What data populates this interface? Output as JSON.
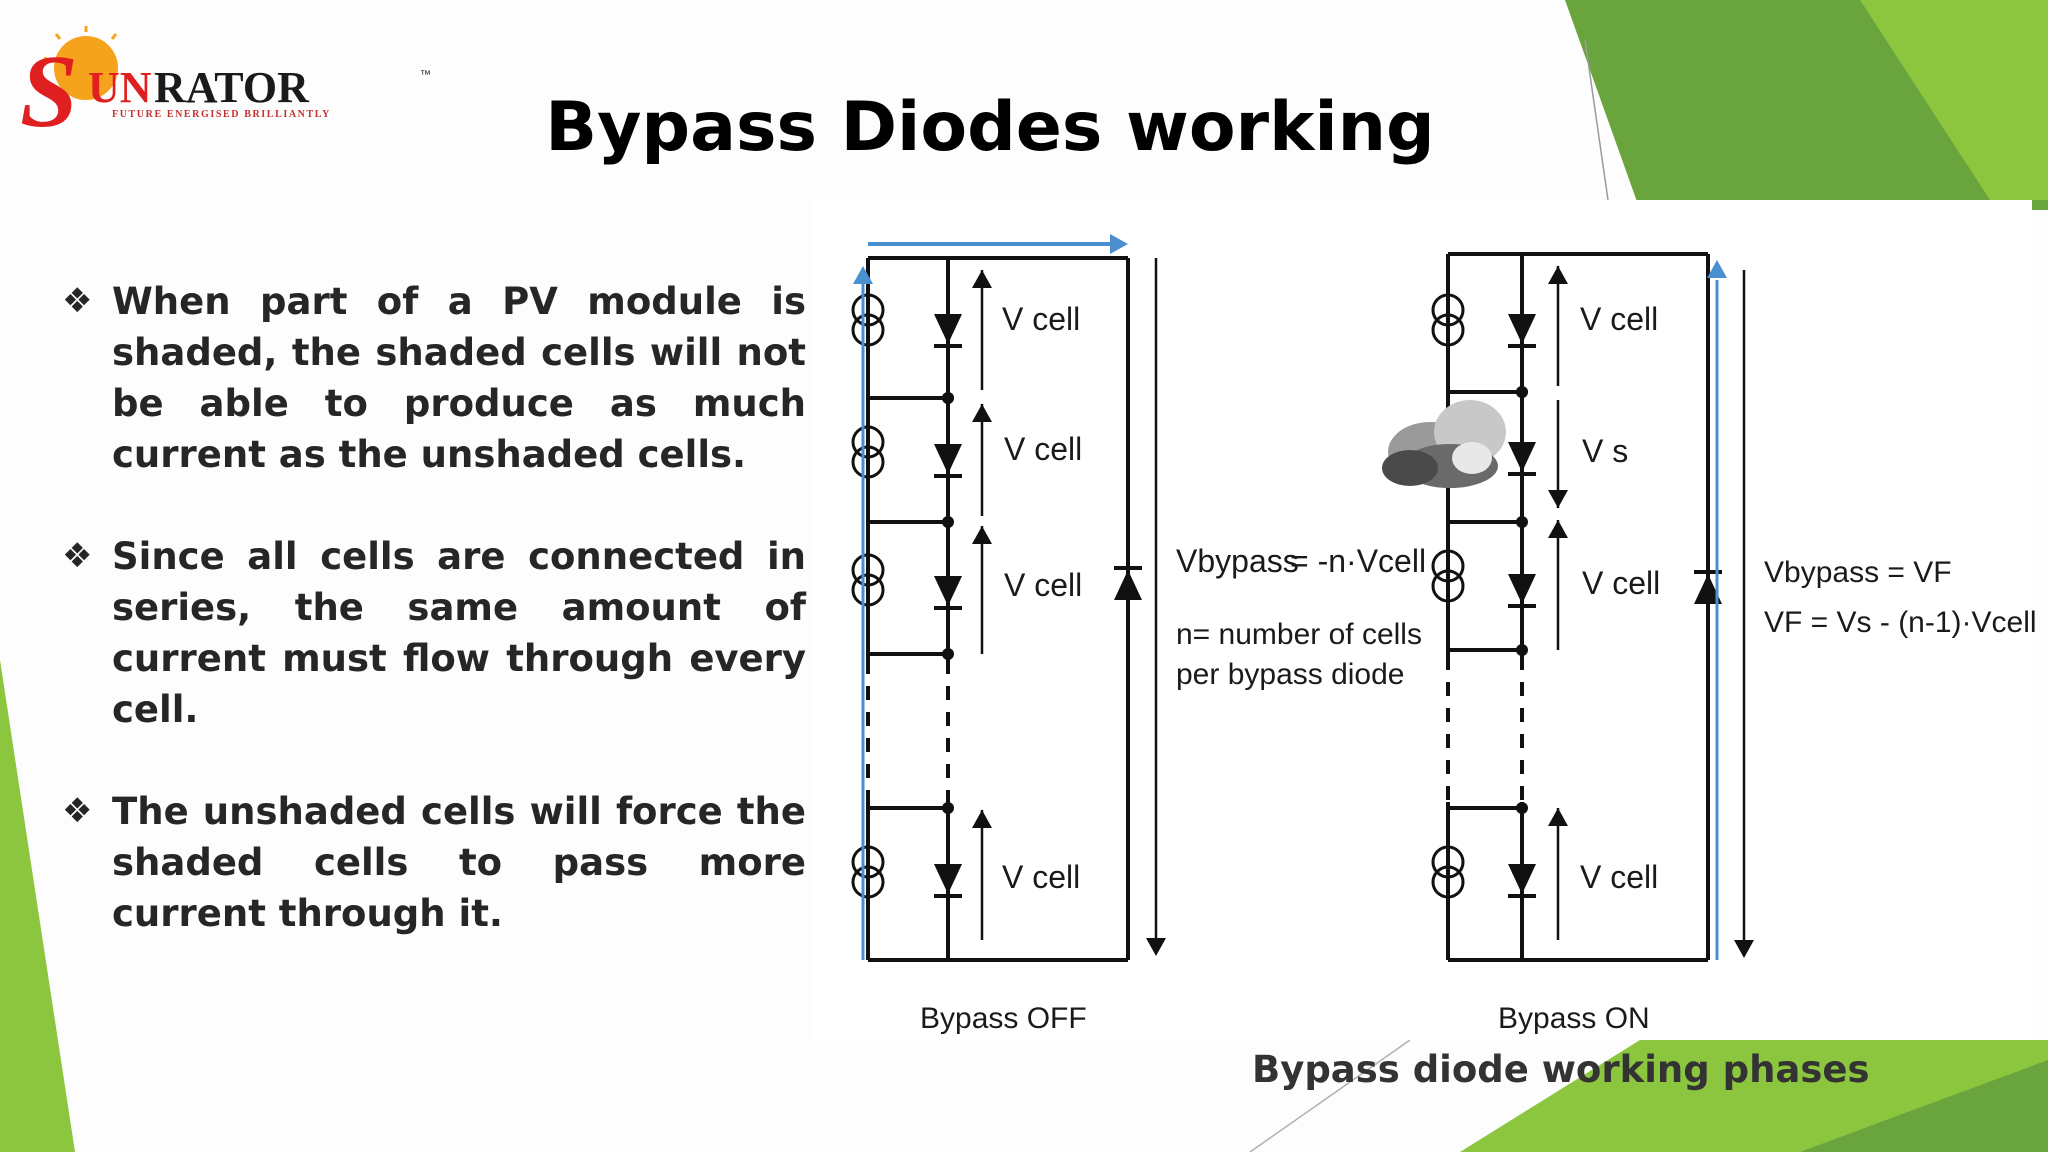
{
  "logo": {
    "brand_letters_accent": "S",
    "brand_letters_red": "UN",
    "brand_letters_dark": "RATOR",
    "trademark": "™",
    "tagline": "FUTURE ENERGISED BRILLIANTLY",
    "colors": {
      "sun": "#f5a21c",
      "red": "#e02020",
      "dark": "#1a1a1a"
    }
  },
  "slide": {
    "title": "Bypass Diodes working",
    "bullet_icon": "diamond-bullet-icon",
    "bullets": [
      "When part of a PV module is shaded, the shaded cells will not be able to produce as much current as the unshaded cells.",
      "Since all cells are connected in series, the same amount of current must flow through every cell.",
      "The unshaded cells will force the shaded cells to pass more current through it."
    ],
    "caption": "Bypass diode working phases"
  },
  "diagram": {
    "vcell": "V cell",
    "vs": "V s",
    "off": {
      "label": "Bypass OFF",
      "eq_lhs": "Vbypass",
      "eq_rhs": "= -n·Vcell",
      "note_1": "n= number of cells",
      "note_2": "per  bypass diode"
    },
    "on": {
      "label": "Bypass ON",
      "eq1": "Vbypass = VF",
      "eq2": "VF  =  Vs - (n-1)·Vcell",
      "cloud_icon": "cloud-icon"
    },
    "colors": {
      "wire": "#111111",
      "current_arrow": "#4a8fd0"
    }
  },
  "theme": {
    "green_light": "#8cc63f",
    "green_dark": "#5a9a32"
  }
}
